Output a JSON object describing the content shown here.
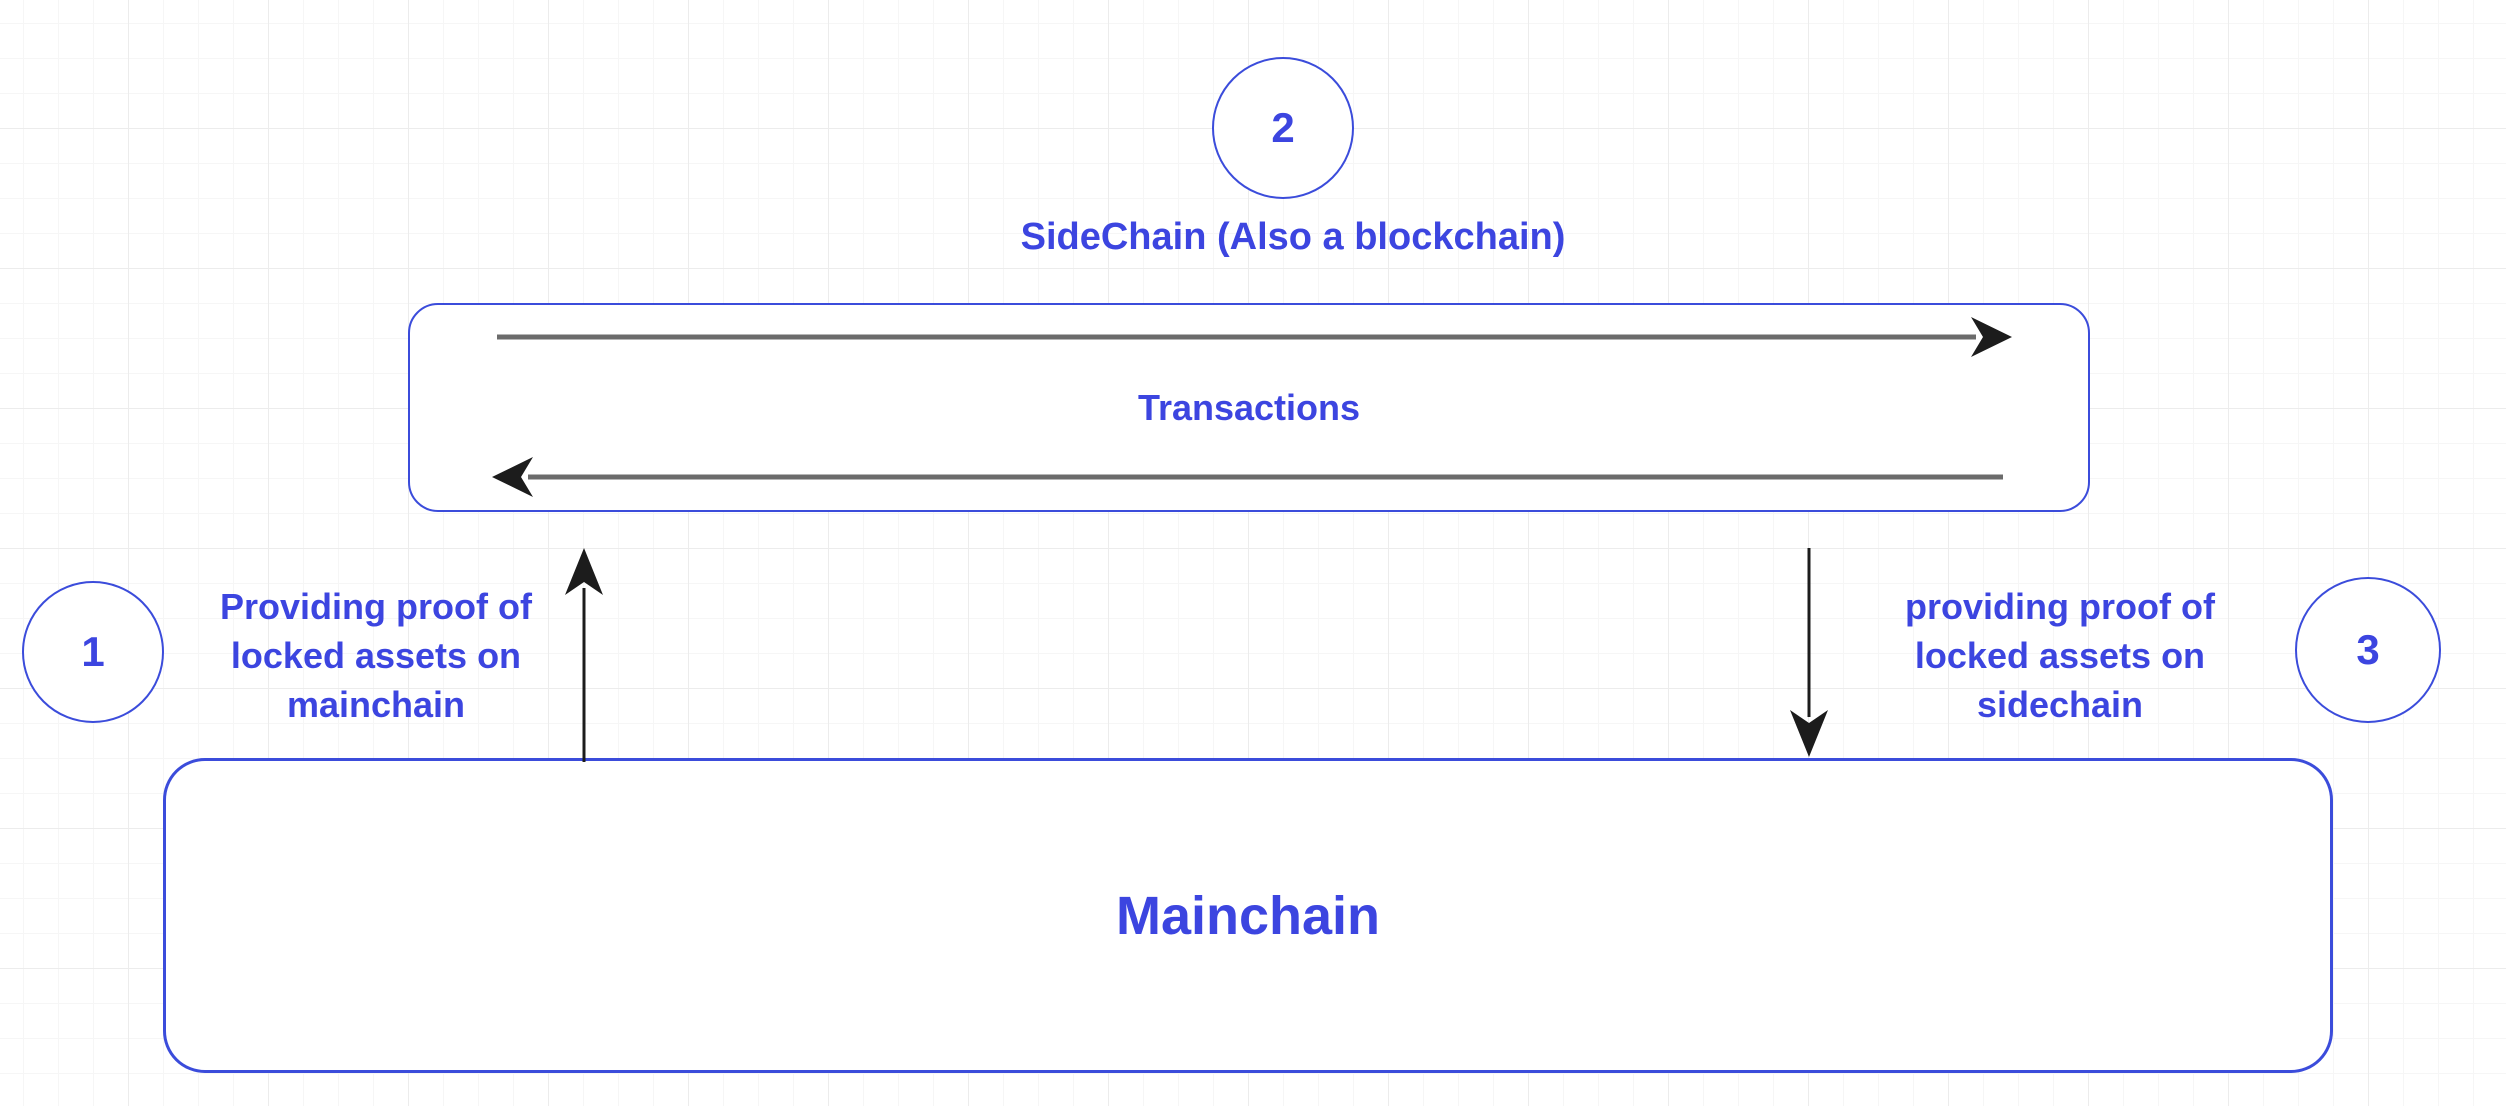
{
  "colors": {
    "accent_blue": "#3b4cdb",
    "text_blue": "#3c45e0",
    "arrow_gray": "#6b6b6b",
    "arrow_black": "#1c1c1c"
  },
  "badges": {
    "one": "1",
    "two": "2",
    "three": "3"
  },
  "sidechain": {
    "title": "SideChain (Also a blockchain)",
    "box_label": "Transactions"
  },
  "mainchain": {
    "label": "Mainchain"
  },
  "annotations": {
    "left": {
      "lines": [
        "Providing proof of",
        "locked assets on",
        "mainchain"
      ]
    },
    "right": {
      "lines": [
        "providing proof of",
        "locked assets on",
        "sidechain"
      ]
    }
  }
}
